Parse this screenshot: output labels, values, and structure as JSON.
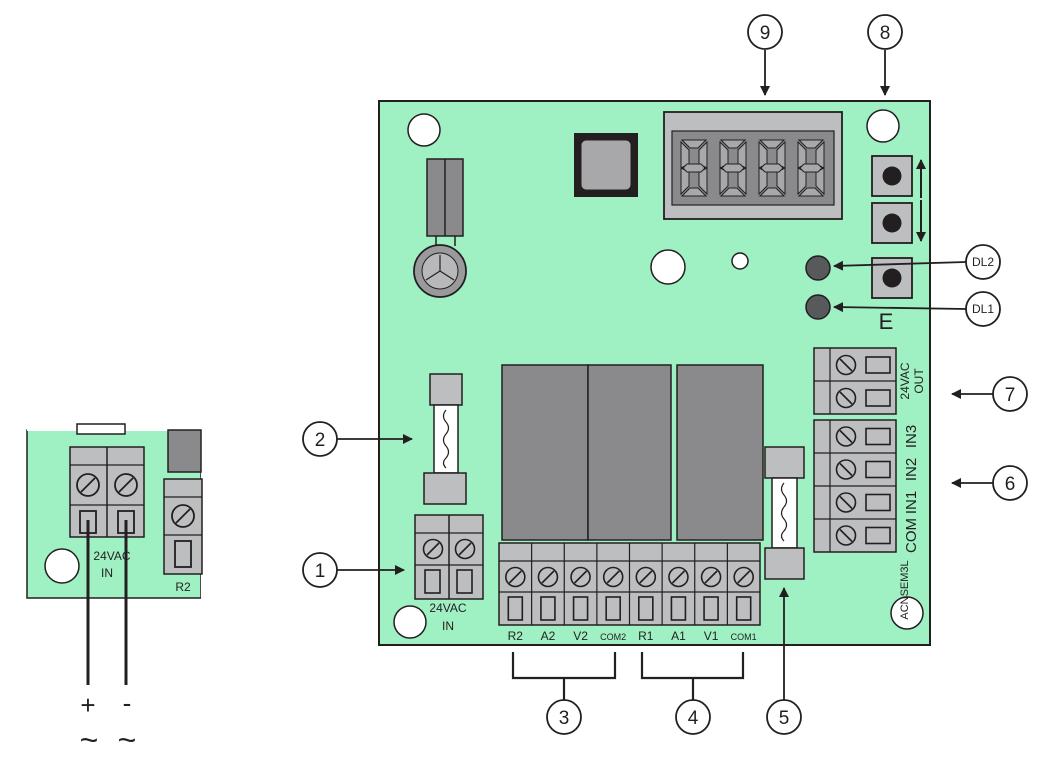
{
  "inset": {
    "terminal_label_line1": "24VAC",
    "terminal_label_line2": "IN",
    "r2_label": "R2",
    "plus_sign": "+",
    "minus_sign": "-",
    "tilde_left": "~",
    "tilde_right": "~"
  },
  "board": {
    "power_in_line1": "24VAC",
    "power_in_line2": "IN",
    "relay_terminals": [
      "R2",
      "A2",
      "V2",
      "COM2",
      "R1",
      "A1",
      "V1",
      "COM1"
    ],
    "out_line1": "24VAC",
    "out_line2": "OUT",
    "inputs": [
      "IN3",
      "IN2",
      "IN1",
      "COM"
    ],
    "model": "ACNSEM3L",
    "button_e_label": "E"
  },
  "callouts": {
    "c1": "1",
    "c2": "2",
    "c3": "3",
    "c4": "4",
    "c5": "5",
    "c6": "6",
    "c7": "7",
    "c8": "8",
    "c9": "9",
    "dl1": "DL1",
    "dl2": "DL2"
  },
  "colors": {
    "pcb": "#9ff0c2",
    "terminal": "#bdbebf",
    "relay": "#8a8a8c",
    "outline": "#231f20"
  }
}
